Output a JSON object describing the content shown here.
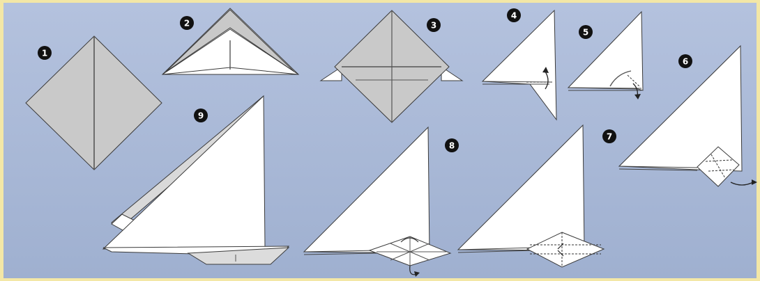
{
  "colors": {
    "frame": "#f3e7a6",
    "background": "#a9b8d6",
    "paper_white": "#ffffff",
    "paper_gray": "#c9c9c9",
    "outline": "#3a3a3a",
    "badge": "#111111"
  },
  "steps": [
    {
      "number": "1"
    },
    {
      "number": "2"
    },
    {
      "number": "3"
    },
    {
      "number": "4"
    },
    {
      "number": "5"
    },
    {
      "number": "6"
    },
    {
      "number": "7"
    },
    {
      "number": "8"
    },
    {
      "number": "9"
    }
  ]
}
